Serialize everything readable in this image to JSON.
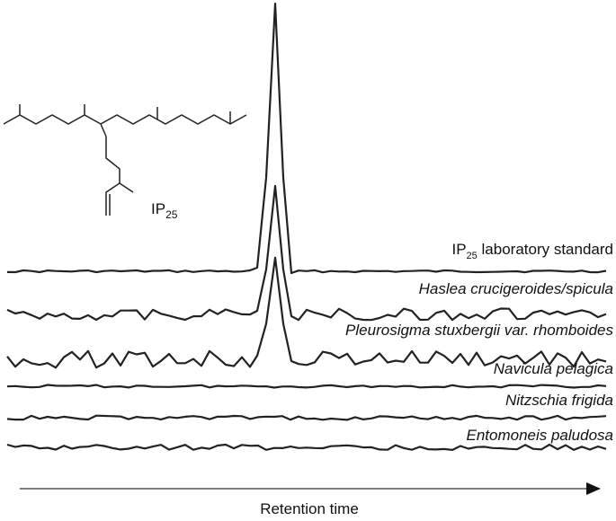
{
  "chart_data": {
    "type": "line",
    "title": "",
    "xlabel": "Retention time",
    "ylabel": "",
    "x_axis": {
      "arrow": true,
      "ticks": false
    },
    "grid": false,
    "legend": "labels placed above each trace",
    "molecule": {
      "label_main": "IP",
      "label_sub": "25"
    },
    "series": [
      {
        "name_prefix": "IP",
        "name_sub": "25",
        "name_suffix": " laboratory standard",
        "italic": false,
        "noise": 0.4,
        "peak": 1.0
      },
      {
        "name": "Haslea crucigeroides/spicula",
        "italic": true,
        "noise": 2.2,
        "peak": 0.48
      },
      {
        "name": "Pleurosigma stuxbergii var. rhomboides",
        "italic": true,
        "noise": 3.2,
        "peak": 0.38
      },
      {
        "name": "Navicula pelagica",
        "italic": true,
        "noise": 0.5,
        "peak": 0
      },
      {
        "name": "Nitzschia frigida",
        "italic": true,
        "noise": 0.8,
        "peak": 0
      },
      {
        "name": "Entomoneis paludosa",
        "italic": true,
        "noise": 1.0,
        "peak": 0
      }
    ]
  }
}
